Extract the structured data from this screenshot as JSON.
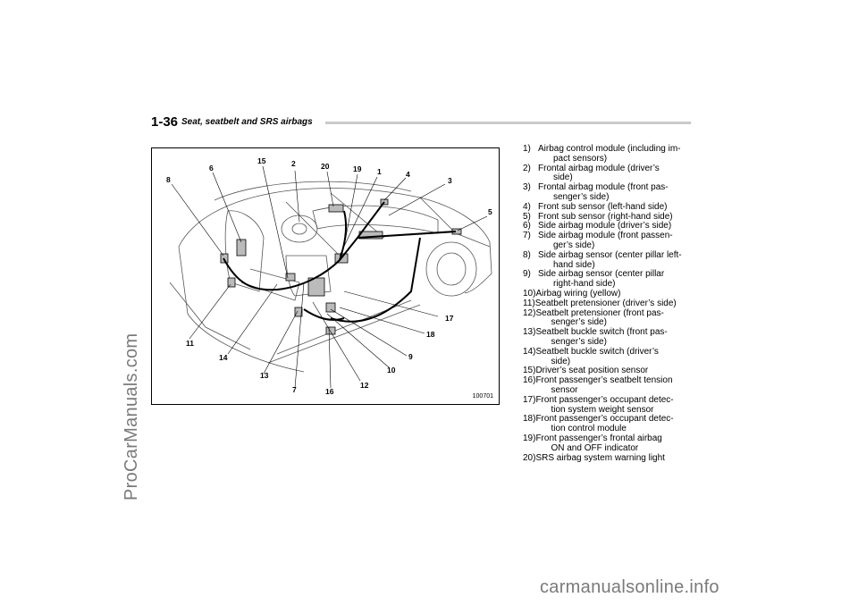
{
  "watermark": {
    "side": "ProCarManuals.com",
    "bottom": "carmanualsonline.info"
  },
  "header": {
    "page_number": "1-36",
    "section_title": "Seat, seatbelt and SRS airbags"
  },
  "figure": {
    "code": "100701",
    "callouts": [
      "8",
      "6",
      "15",
      "2",
      "20",
      "19",
      "1",
      "4",
      "3",
      "5",
      "17",
      "18",
      "9",
      "10",
      "12",
      "16",
      "7",
      "13",
      "14",
      "11"
    ]
  },
  "legend": [
    {
      "num": "1)",
      "text": "Airbag control module (including im-",
      "cont": "pact sensors)"
    },
    {
      "num": "2)",
      "text": "Frontal airbag module (driver’s",
      "cont": "side)"
    },
    {
      "num": "3)",
      "text": "Frontal airbag module (front pas-",
      "cont": "senger’s side)"
    },
    {
      "num": "4)",
      "text": "Front sub sensor (left-hand side)",
      "cont": ""
    },
    {
      "num": "5)",
      "text": "Front sub sensor (right-hand side)",
      "cont": ""
    },
    {
      "num": "6)",
      "text": "Side airbag module (driver’s side)",
      "cont": ""
    },
    {
      "num": "7)",
      "text": "Side airbag module (front passen-",
      "cont": "ger’s side)"
    },
    {
      "num": "8)",
      "text": "Side airbag sensor (center pillar left-",
      "cont": "hand side)"
    },
    {
      "num": "9)",
      "text": "Side airbag sensor (center pillar",
      "cont": "right-hand side)"
    },
    {
      "num": "10)",
      "text": "Airbag wiring (yellow)",
      "cont": ""
    },
    {
      "num": "11)",
      "text": "Seatbelt pretensioner (driver’s side)",
      "cont": ""
    },
    {
      "num": "12)",
      "text": "Seatbelt pretensioner (front pas-",
      "cont": "senger’s side)"
    },
    {
      "num": "13)",
      "text": "Seatbelt buckle switch (front pas-",
      "cont": "senger’s side)"
    },
    {
      "num": "14)",
      "text": "Seatbelt buckle switch (driver’s",
      "cont": "side)"
    },
    {
      "num": "15)",
      "text": "Driver’s seat position sensor",
      "cont": ""
    },
    {
      "num": "16)",
      "text": "Front passenger’s seatbelt tension",
      "cont": "sensor"
    },
    {
      "num": "17)",
      "text": "Front passenger’s occupant detec-",
      "cont": "tion system weight sensor"
    },
    {
      "num": "18)",
      "text": "Front passenger’s occupant detec-",
      "cont": "tion control module"
    },
    {
      "num": "19)",
      "text": "Front passenger’s frontal airbag",
      "cont": "ON and OFF indicator"
    },
    {
      "num": "20)",
      "text": "SRS airbag system warning light",
      "cont": ""
    }
  ]
}
